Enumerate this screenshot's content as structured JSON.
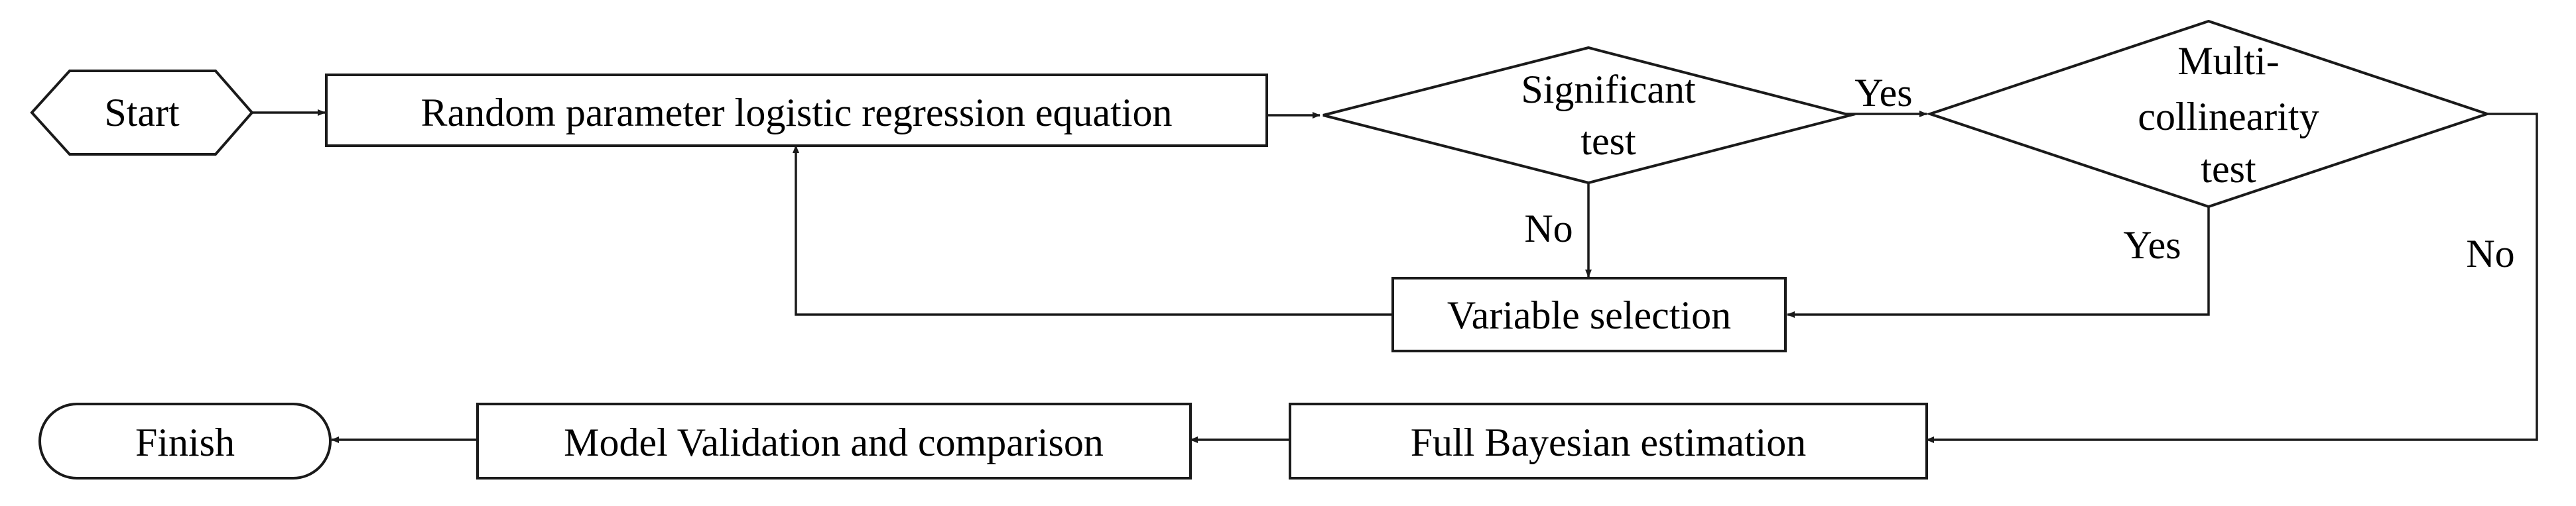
{
  "nodes": {
    "start": "Start",
    "rp_equation": "Random parameter logistic regression equation",
    "sig_test": [
      "Significant",
      "test"
    ],
    "multi_test": [
      "Multi-",
      "collinearity",
      "test"
    ],
    "var_selection": "Variable selection",
    "bayes": "Full Bayesian estimation",
    "validation": "Model Validation and comparison",
    "finish": "Finish"
  },
  "edges": {
    "sig_yes": "Yes",
    "sig_no": "No",
    "multi_yes": "Yes",
    "multi_no": "No"
  },
  "colors": {
    "line": "#1a1a1a",
    "background": "#ffffff"
  }
}
